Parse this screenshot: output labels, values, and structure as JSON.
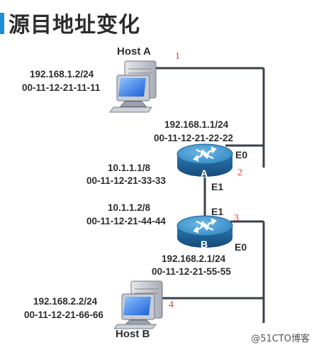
{
  "title": "源目地址变化",
  "host_a": {
    "name": "Host A",
    "ip": "192.168.1.2/24",
    "mac": "00-11-12-21-11-11"
  },
  "router_a": {
    "letter": "A",
    "e0_ip": "192.168.1.1/24",
    "e0_mac": "00-11-12-21-22-22",
    "e1_ip": "10.1.1.1/8",
    "e1_mac": "00-11-12-21-33-33",
    "port_e0": "E0",
    "port_e1": "E1"
  },
  "router_b": {
    "letter": "B",
    "e1_ip": "10.1.1.2/8",
    "e1_mac": "00-11-12-21-44-44",
    "e0_ip": "192.168.2.1/24",
    "e0_mac": "00-11-12-21-55-55",
    "port_e0": "E0",
    "port_e1": "E1"
  },
  "host_b": {
    "name": "Host B",
    "ip": "192.168.2.2/24",
    "mac": "00-11-12-21-66-66"
  },
  "steps": [
    "1",
    "2",
    "3",
    "4"
  ],
  "watermark": "@51CTO博客",
  "colors": {
    "accent": "#1a8fd6",
    "router_top": "#3a92c8",
    "router_side": "#1f5f92",
    "step_number": "#e0402f",
    "wire": "#3a3f4a"
  }
}
